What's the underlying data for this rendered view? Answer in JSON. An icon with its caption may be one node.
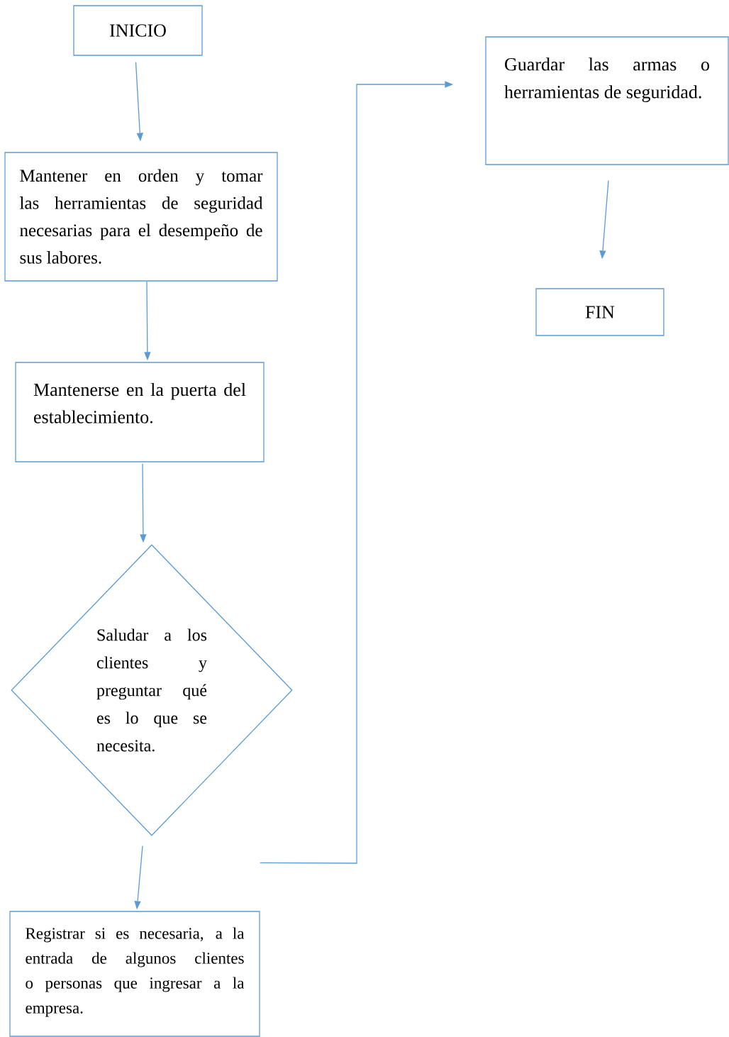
{
  "diagram": {
    "nodes": [
      {
        "text": [
          "INICIO"
        ]
      },
      {
        "text": [
          "Mantener en orden y tomar las herramientas de seguridad necesarias para el desempeño de sus labores."
        ]
      },
      {
        "text": [
          "Mantenerse en la puerta del establecimiento."
        ]
      },
      {
        "text": [
          "Saludar a los clientes y preguntar qué es lo que se necesita."
        ]
      },
      {
        "text": [
          "Registrar si es necesaria, a la entrada de algunos clientes o personas que ingresar a la empresa."
        ]
      },
      {
        "text": [
          "Guardar las armas o herramientas de seguridad."
        ]
      },
      {
        "text": [
          "FIN"
        ]
      }
    ],
    "edges": [
      {
        "from": 0,
        "to": 1,
        "arrow": "to"
      },
      {
        "from": 1,
        "to": 2,
        "arrow": "to"
      },
      {
        "from": 2,
        "to": 3,
        "arrow": "to"
      },
      {
        "from": 3,
        "to": 4,
        "arrow": "to"
      },
      {
        "from": 4,
        "to": 5,
        "arrow": "to"
      },
      {
        "from": 5,
        "to": 6,
        "arrow": "to"
      }
    ]
  }
}
